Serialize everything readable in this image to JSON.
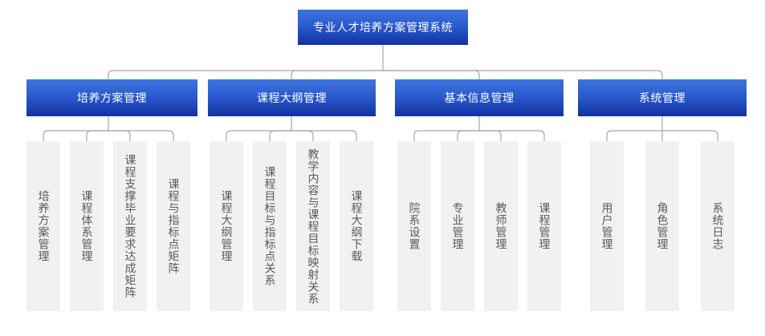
{
  "diagram": {
    "type": "organization-chart",
    "title": "专业人才培养方案管理系统",
    "colors": {
      "node_blue_top": "#3f74dd",
      "node_blue_bottom": "#12329f",
      "leaf_background": "#f1f1f1",
      "leaf_text": "#5a5a5a",
      "connector": "#a6a6a6",
      "page_background": "#ffffff"
    },
    "root": {
      "label": "专业人才培养方案管理系统"
    },
    "groups": [
      {
        "label": "培养方案管理",
        "children": [
          {
            "label": "培养方案管理"
          },
          {
            "label": "课程体系管理"
          },
          {
            "label": "课程支撑毕业要求达成矩阵"
          },
          {
            "label": "课程与指标点矩阵"
          }
        ]
      },
      {
        "label": "课程大纲管理",
        "children": [
          {
            "label": "课程大纲管理"
          },
          {
            "label": "课程目标与指标点关系"
          },
          {
            "label": "教学内容与课程目标映射关系"
          },
          {
            "label": "课程大纲下载"
          }
        ]
      },
      {
        "label": "基本信息管理",
        "children": [
          {
            "label": "院系设置"
          },
          {
            "label": "专业管理"
          },
          {
            "label": "教师管理"
          },
          {
            "label": "课程管理"
          }
        ]
      },
      {
        "label": "系统管理",
        "children": [
          {
            "label": "用户管理"
          },
          {
            "label": "角色管理"
          },
          {
            "label": "系统日志"
          }
        ]
      }
    ]
  }
}
